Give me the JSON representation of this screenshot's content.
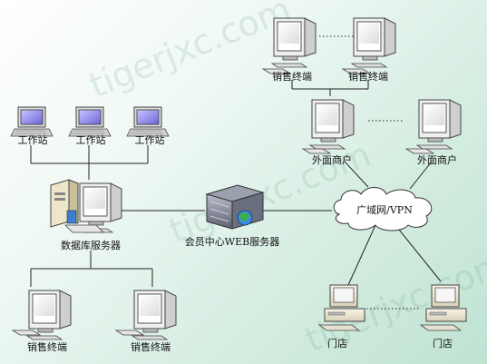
{
  "watermark": "tigerjxc.com",
  "labels": {
    "sales_terminal": "销售终端",
    "workstation": "工作站",
    "db_server": "数据库服务器",
    "web_server": "会员中心WEB服务器",
    "wan": "广域网/VPN",
    "external_merchant": "外面商户",
    "store": "门店"
  }
}
